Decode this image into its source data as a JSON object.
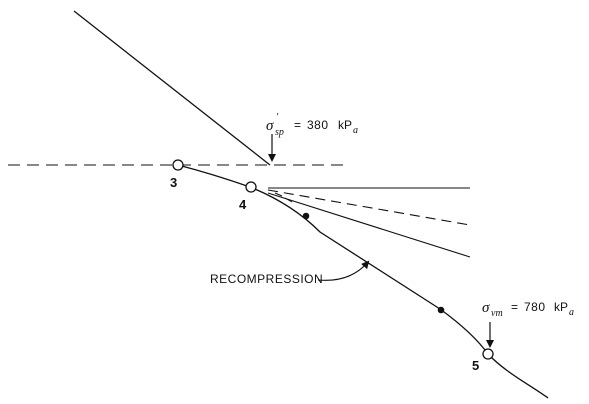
{
  "annotations": {
    "sigma_sp": {
      "symbol": "σ",
      "subscript": "sp",
      "prime": "'",
      "equals": "=",
      "value": "380",
      "unit_main": "kP",
      "unit_sub": "a"
    },
    "sigma_vm": {
      "symbol": "σ",
      "subscript": "vm",
      "equals": "=",
      "value": "780",
      "unit_main": "kP",
      "unit_sub": "a"
    },
    "recompression_label": "RECOMPRESSION"
  },
  "points": [
    {
      "label": "3",
      "marker": "open"
    },
    {
      "label": "4",
      "marker": "open"
    },
    {
      "label": "5",
      "marker": "open"
    }
  ],
  "colors": {
    "ink": "#111111",
    "paper": "#ffffff"
  }
}
